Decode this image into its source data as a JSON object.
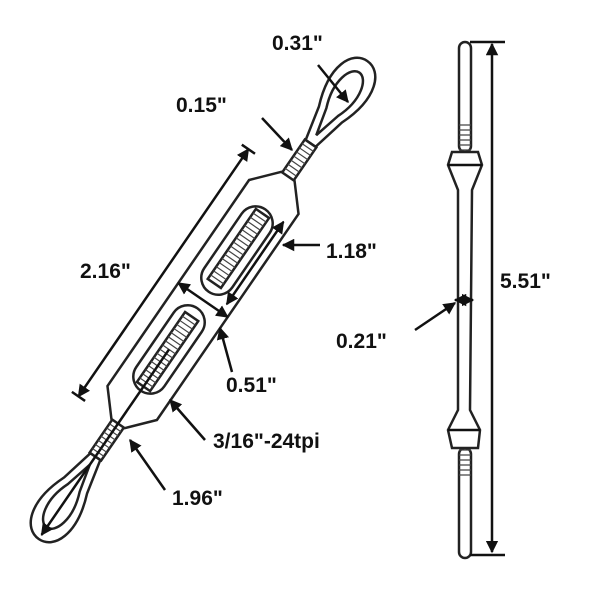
{
  "title": "Turnbuckle dimensions diagram",
  "labels": {
    "eye_inner_diameter": "0.31\"",
    "eye_wire_diameter": "0.15\"",
    "body_length": "2.16\"",
    "slot_length": "1.18\"",
    "body_width": "0.51\"",
    "rod_diameter": "0.21\"",
    "total_length": "5.51\"",
    "thread_spec": "3/16\"-24tpi",
    "eye_length": "1.96\""
  },
  "colors": {
    "line": "#111111",
    "background": "#ffffff"
  }
}
